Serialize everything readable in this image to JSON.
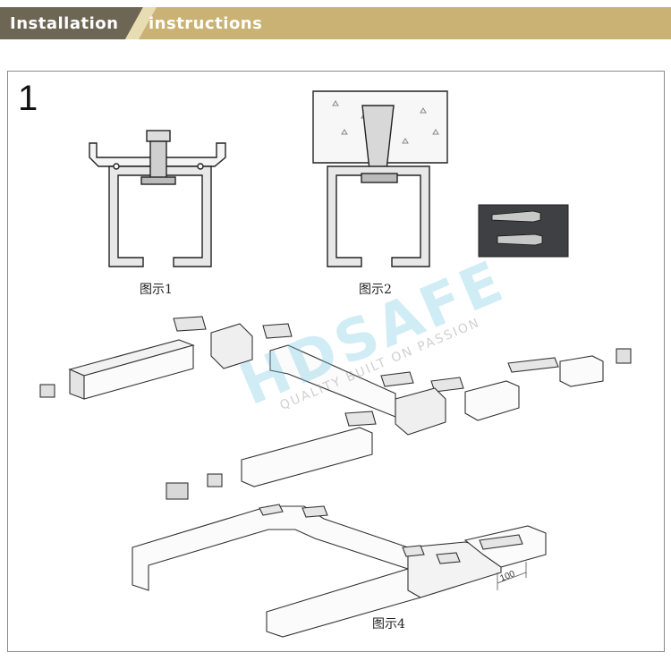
{
  "banner": {
    "left_label": "Installation",
    "right_label": "instructions",
    "left_color": "#6e6654",
    "right_color": "#c9b274"
  },
  "step": {
    "number": "1"
  },
  "figures": {
    "fig1_caption": "图示1",
    "fig2_caption": "图示2",
    "fig4_caption": "图示4",
    "dimension_label": "100"
  },
  "watermark": {
    "brand": "HDSAFE",
    "tagline": "QUALITY BUILT ON PASSION"
  },
  "icons": [
    "track-profile-bolt",
    "track-profile-anchor",
    "anchor-photo",
    "connector-plate",
    "end-cap"
  ]
}
